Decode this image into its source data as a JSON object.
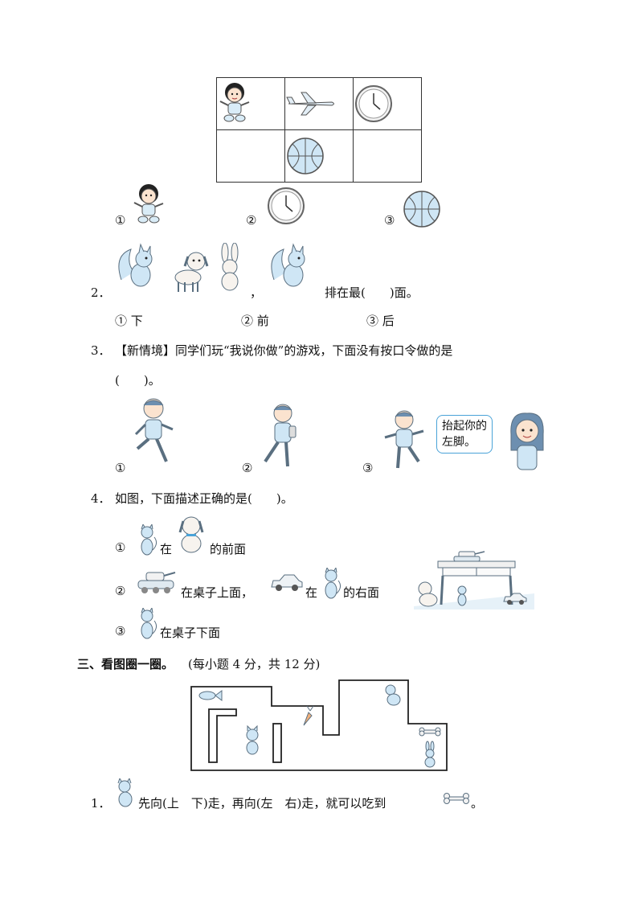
{
  "q1": {
    "options": [
      "①",
      "②",
      "③"
    ]
  },
  "q2": {
    "number": "2．",
    "comma": "，",
    "stem_tail": "排在最(　　)面。",
    "options": [
      "① 下",
      "② 前",
      "③ 后"
    ]
  },
  "q3": {
    "number": "3．",
    "stem": "【新情境】同学们玩“我说你做”的游戏，下面没有按口令做的是",
    "blank": "(　　)。",
    "options": [
      "①",
      "②",
      "③"
    ],
    "speech": [
      "抬起你的",
      "左脚。"
    ]
  },
  "q4": {
    "number": "4．",
    "stem": "如图，下面描述正确的是(　　)。",
    "opt1_num": "①",
    "opt1_a": "在",
    "opt1_b": "的前面",
    "opt2_num": "②",
    "opt2_a": "在桌子上面，",
    "opt2_b": "在",
    "opt2_c": "的右面",
    "opt3_num": "③",
    "opt3_a": "在桌子下面"
  },
  "section3": {
    "title": "三、看图圈一圈。",
    "score": "(每小题 4 分，共 12 分)"
  },
  "s3q1": {
    "number": "1．",
    "text_a": "先向(上　下)走，再向(左　右)走，就可以吃到",
    "text_b": "。"
  },
  "colors": {
    "line": "#222222",
    "icon_fill": "#cfe6f5",
    "icon_stroke": "#5a6f80",
    "accent": "#4aa3d8"
  }
}
